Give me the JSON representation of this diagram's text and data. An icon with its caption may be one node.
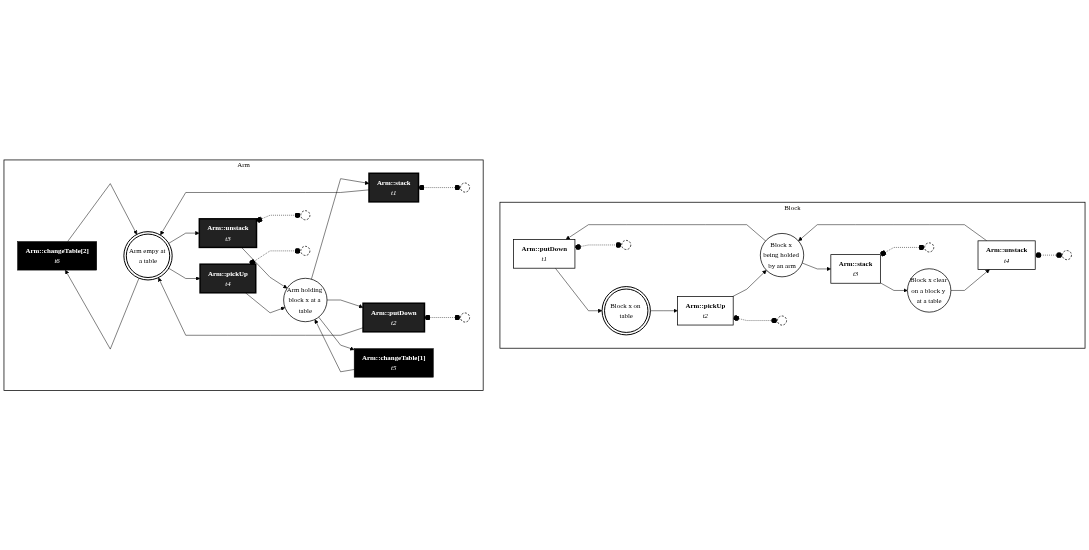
{
  "diagram": {
    "nodes": [
      {
        "text": [
          "Block"
        ]
      },
      {
        "text": [
          "Arm::putDown",
          "t1"
        ],
        "in": 0
      },
      {
        "text": [
          "Block x on table"
        ],
        "in": 0
      },
      {
        "text": [],
        "shape": "circle",
        "in": 0
      },
      {
        "text": [
          "Arm::unstack",
          "t4"
        ],
        "in": 0
      },
      {
        "text": [
          "Arm::pickUp",
          "t2"
        ],
        "in": 0
      },
      {
        "text": [
          "Block x being holded by an arm"
        ],
        "in": 0
      },
      {
        "text": [],
        "shape": "circle",
        "in": 0
      },
      {
        "text": [],
        "shape": "circle",
        "in": 0
      },
      {
        "text": [
          "Arm::stack",
          "t3"
        ],
        "in": 0
      },
      {
        "text": [
          "Block x clear on a block y at a table"
        ],
        "in": 0
      },
      {
        "text": [],
        "shape": "circle",
        "in": 0
      },
      {
        "text": [
          "Arm"
        ]
      },
      {
        "text": [
          "Arm::stack",
          "t1"
        ],
        "in": 12
      },
      {
        "text": [],
        "shape": "circle",
        "in": 12
      },
      {
        "text": [
          "Arm::putDown",
          "t2"
        ],
        "in": 12
      },
      {
        "text": [
          "Arm holding block x at a table"
        ],
        "in": 12
      },
      {
        "text": [
          "Arm empy at a table"
        ],
        "in": 12
      },
      {
        "text": [],
        "shape": "circle",
        "in": 12
      },
      {
        "text": [
          "Arm::unstack",
          "t3"
        ],
        "in": 12
      },
      {
        "text": [],
        "shape": "circle",
        "in": 12
      },
      {
        "text": [
          "Arm::pickUp",
          "t4"
        ],
        "in": 12
      },
      {
        "text": [
          "Arm::changeTable[1]",
          "t5"
        ],
        "in": 12
      },
      {
        "text": [
          "Arm::changeTable[2]",
          "t6"
        ],
        "in": 12
      },
      {
        "text": [],
        "shape": "circle",
        "in": 12
      }
    ],
    "edges": [
      {
        "from": 6,
        "to": 1,
        "arrow": "to"
      },
      {
        "from": 1,
        "to": 2,
        "arrow": "to"
      },
      {
        "from": 2,
        "to": 5,
        "arrow": "to"
      },
      {
        "from": 5,
        "to": 6,
        "arrow": "to"
      },
      {
        "from": 6,
        "to": 9,
        "arrow": "to"
      },
      {
        "from": 9,
        "to": 10,
        "arrow": "to"
      },
      {
        "from": 10,
        "to": 4,
        "arrow": "to"
      },
      {
        "from": 4,
        "to": 6,
        "arrow": "to"
      },
      {
        "from": 1,
        "to": 3,
        "arrow": "other",
        "style": "dashed"
      },
      {
        "from": 4,
        "to": 7,
        "arrow": "other",
        "style": "dashed"
      },
      {
        "from": 5,
        "to": 8,
        "arrow": "other",
        "style": "dashed"
      },
      {
        "from": 9,
        "to": 11,
        "arrow": "other",
        "style": "dashed"
      },
      {
        "from": 16,
        "to": 13,
        "arrow": "to"
      },
      {
        "from": 13,
        "to": 17,
        "arrow": "to"
      },
      {
        "from": 16,
        "to": 15,
        "arrow": "to"
      },
      {
        "from": 15,
        "to": 17,
        "arrow": "to"
      },
      {
        "from": 17,
        "to": 19,
        "arrow": "to"
      },
      {
        "from": 19,
        "to": 16,
        "arrow": "to"
      },
      {
        "from": 17,
        "to": 21,
        "arrow": "to"
      },
      {
        "from": 21,
        "to": 16,
        "arrow": "to"
      },
      {
        "from": 16,
        "to": 22,
        "arrow": "to"
      },
      {
        "from": 22,
        "to": 16,
        "arrow": "to"
      },
      {
        "from": 17,
        "to": 23,
        "arrow": "to"
      },
      {
        "from": 23,
        "to": 17,
        "arrow": "to"
      },
      {
        "from": 13,
        "to": 14,
        "arrow": "other",
        "style": "dashed"
      },
      {
        "from": 15,
        "to": 18,
        "arrow": "other",
        "style": "dashed"
      },
      {
        "from": 19,
        "to": 20,
        "arrow": "other",
        "style": "dashed"
      },
      {
        "from": 21,
        "to": 24,
        "arrow": "other",
        "style": "dashed"
      }
    ]
  }
}
